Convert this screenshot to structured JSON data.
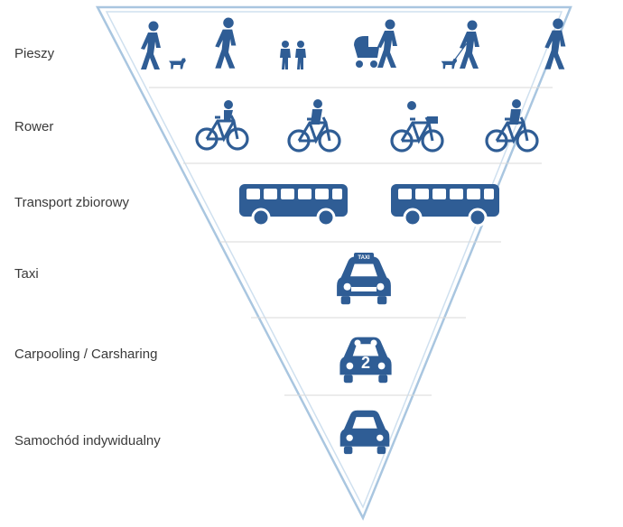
{
  "pyramid": {
    "accent": "#2f5d95",
    "outline": "#a9c6e0",
    "divider": "#d9d9d9",
    "levels": [
      {
        "label": "Pieszy",
        "icons": [
          "pedestrian-with-dog-icon",
          "walking-person-icon",
          "children-icon",
          "person-with-stroller-icon",
          "dog-walker-icon",
          "walking-person-icon"
        ]
      },
      {
        "label": "Rower",
        "icons": [
          "bicycle-icon",
          "cyclist-icon",
          "bicycle-icon",
          "cyclist-icon"
        ]
      },
      {
        "label": "Transport zbiorowy",
        "icons": [
          "bus-icon",
          "bus-icon"
        ]
      },
      {
        "label": "Taxi",
        "icons": [
          "taxi-icon"
        ],
        "sign_text": "TAXI"
      },
      {
        "label": "Carpooling / Carsharing",
        "icons": [
          "carpool-car-icon"
        ],
        "car_number": "2"
      },
      {
        "label": "Samochód indywidualny",
        "icons": [
          "car-icon"
        ]
      }
    ]
  }
}
